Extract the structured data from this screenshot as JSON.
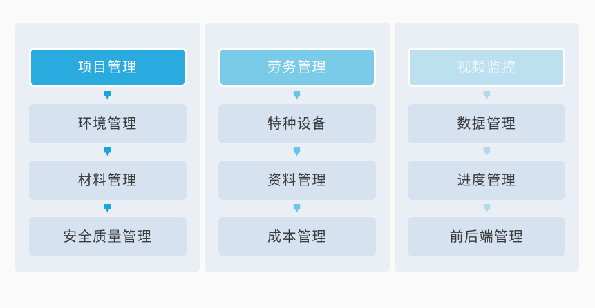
{
  "canvas": {
    "background_color": "#fafafa",
    "panel_background_color": "#eaeef5"
  },
  "columns": [
    {
      "id": "col-1",
      "accent_color": "#2aabdf",
      "arrow_color": "#1fa3dd",
      "header": {
        "label": "项目管理"
      },
      "arrow_icon_name": "arrow-down-icon",
      "nodes": [
        {
          "label": "环境管理"
        },
        {
          "label": "材料管理"
        },
        {
          "label": "安全质量管理"
        }
      ]
    },
    {
      "id": "col-2",
      "accent_color": "#79cbe8",
      "arrow_color": "#6cc4e6",
      "header": {
        "label": "劳务管理"
      },
      "arrow_icon_name": "arrow-down-icon",
      "nodes": [
        {
          "label": "特种设备"
        },
        {
          "label": "资料管理"
        },
        {
          "label": "成本管理"
        }
      ]
    },
    {
      "id": "col-3",
      "accent_color": "#bde0f0",
      "arrow_color": "#b4d8ec",
      "header": {
        "label": "视频监控"
      },
      "arrow_icon_name": "arrow-down-icon",
      "nodes": [
        {
          "label": "数据管理"
        },
        {
          "label": "进度管理"
        },
        {
          "label": "前后端管理"
        }
      ]
    }
  ],
  "node_box": {
    "sub_background_color": "#d6e2f0",
    "sub_text_color": "#3b3b3b",
    "header_text_color": "#ffffff"
  }
}
